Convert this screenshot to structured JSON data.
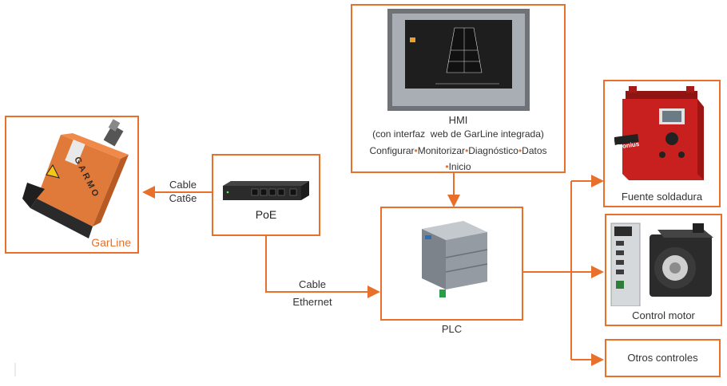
{
  "colors": {
    "accent": "#e8702a",
    "device_dark": "#2b2b2b",
    "plc_gray": "#8d9399",
    "welder_red": "#c8201e",
    "hmi_bezel": "#6f7378",
    "hmi_screen": "#a9aeb4"
  },
  "garline": {
    "label": "GarLine",
    "sensor_text": "GARMO",
    "icon": "laser-sensor-icon"
  },
  "cable_cat6e": {
    "line1": "Cable",
    "line2": "Cat6e"
  },
  "poe": {
    "label": "PoE",
    "icon": "network-switch-icon"
  },
  "cable_ethernet": {
    "line1": "Cable",
    "line2": "Ethernet"
  },
  "hmi": {
    "title": "HMI",
    "subtitle": "(con interfaz  web de GarLine integrada)",
    "features": [
      "Configurar",
      "Monitorizar",
      "Diagnóstico",
      "Datos",
      "Inicio"
    ],
    "separator": "•",
    "icon": "touch-panel-icon"
  },
  "plc": {
    "label": "PLC",
    "icon": "plc-controller-icon"
  },
  "welder": {
    "label": "Fuente soldadura",
    "brand_text": "Fronius",
    "icon": "welding-source-icon"
  },
  "motor": {
    "label": "Control motor",
    "icon": "servo-motor-icon"
  },
  "others": {
    "label": "Otros controles"
  }
}
